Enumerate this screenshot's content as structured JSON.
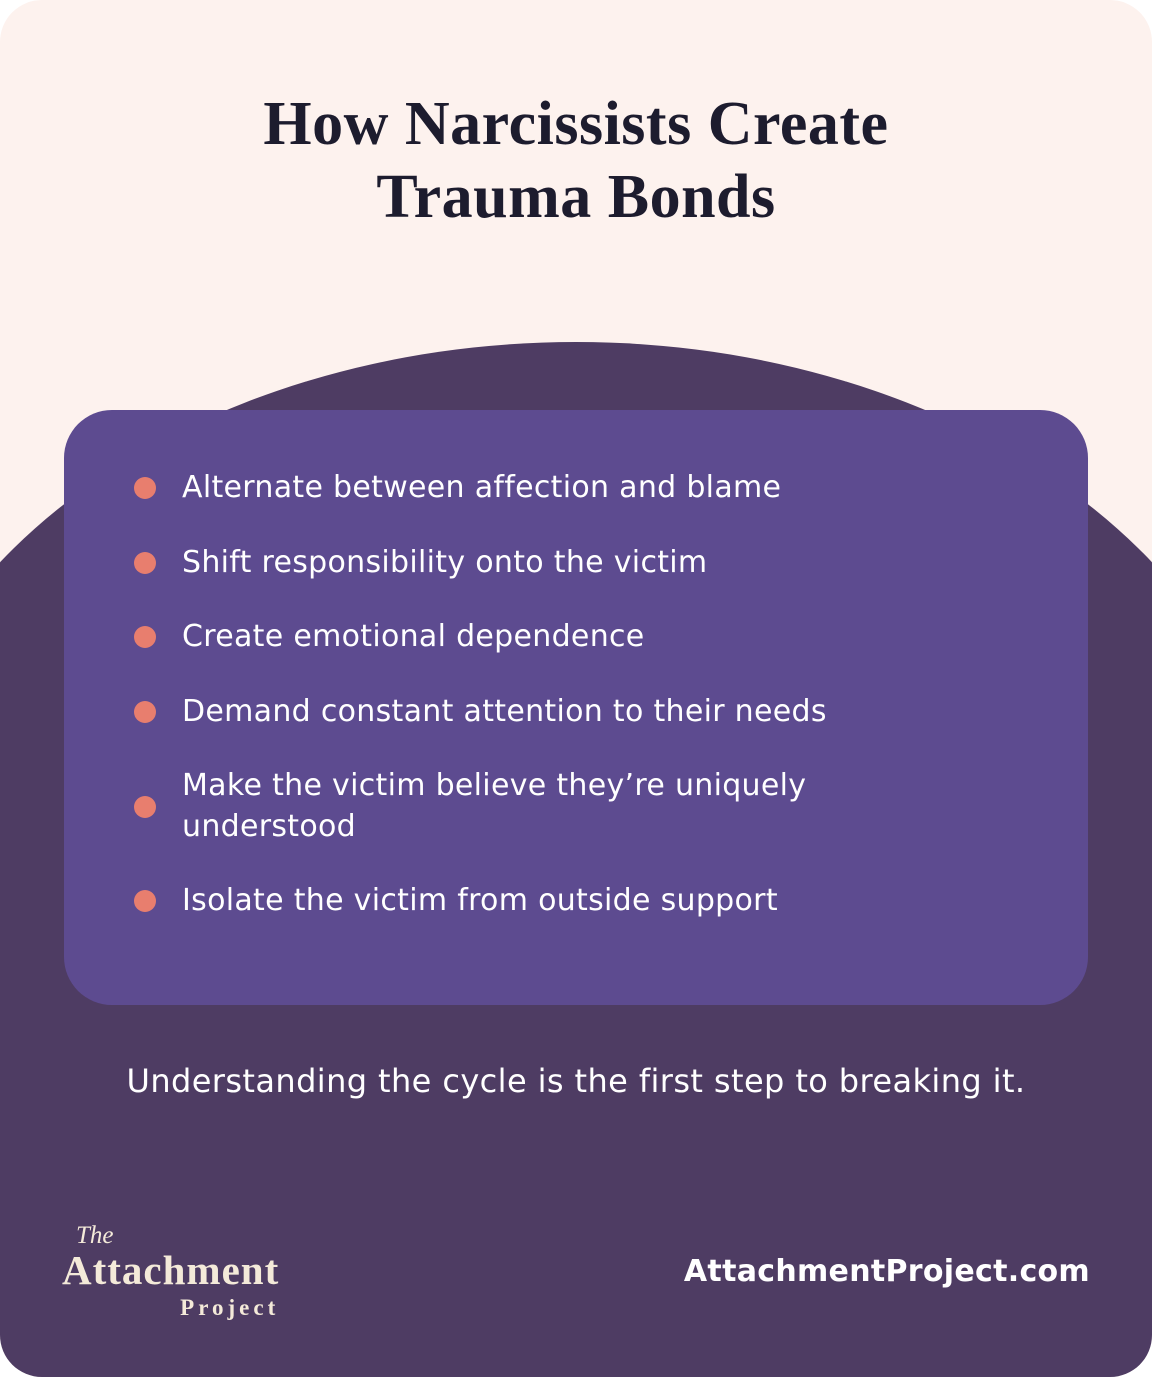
{
  "title": {
    "line1": "How Narcissists Create",
    "line2": "Trauma Bonds"
  },
  "list": {
    "items": [
      {
        "text": "Alternate between affection and blame"
      },
      {
        "text": "Shift responsibility onto the victim"
      },
      {
        "text": "Create emotional dependence"
      },
      {
        "text": "Demand constant attention to their needs"
      },
      {
        "text": "Make the victim believe they’re uniquely understood"
      },
      {
        "text": "Isolate the victim from outside support"
      }
    ]
  },
  "caption": "Understanding the cycle is the first step to breaking it.",
  "footer": {
    "logo": {
      "the": "The",
      "attachment": "Attachment",
      "project": "Project"
    },
    "website": "AttachmentProject.com"
  },
  "colors": {
    "background": "#fdf2ee",
    "dome": "#4e3c63",
    "card": "#5d4b90",
    "bullet": "#e87e6e",
    "title_text": "#1d1c2e",
    "body_text": "#ffffff",
    "logo_cream": "#f4ead9"
  }
}
